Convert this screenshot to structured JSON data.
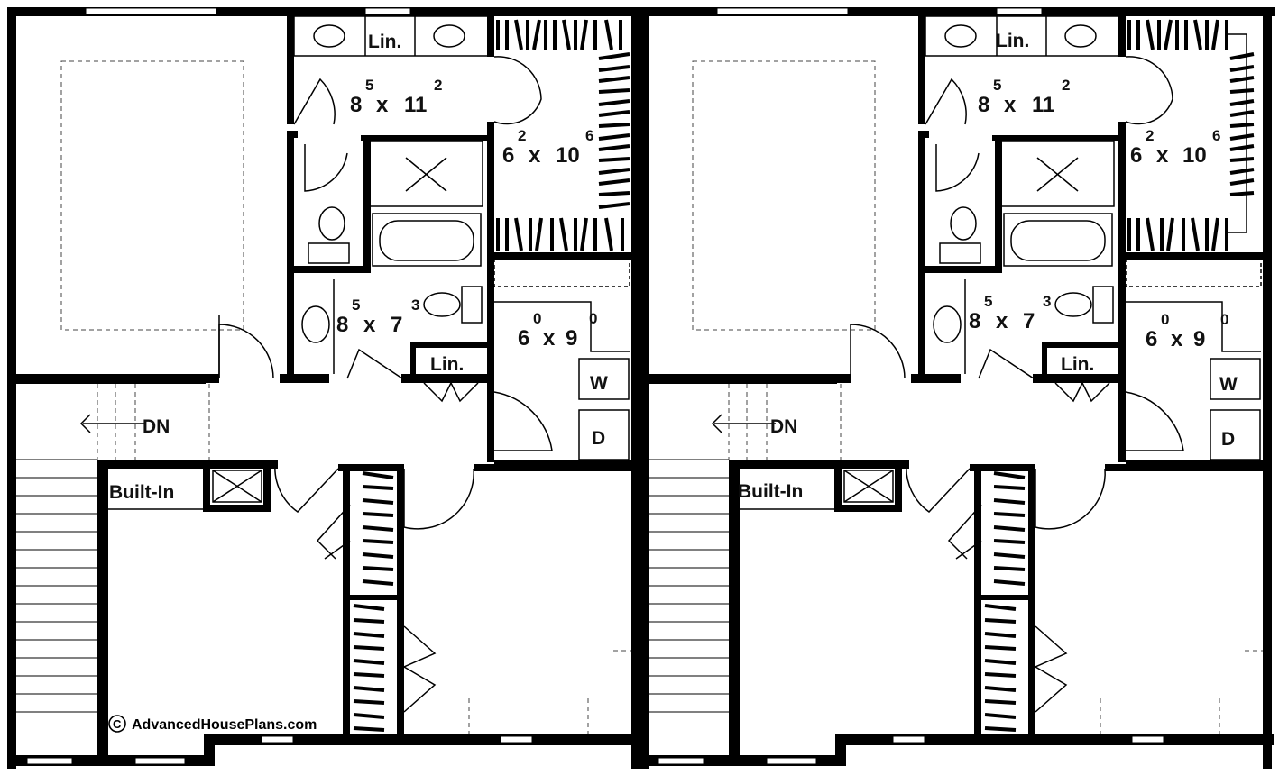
{
  "colors": {
    "wall": "#000000",
    "background": "#ffffff"
  },
  "units": [
    {
      "bath_main": {
        "main": "8",
        "a": "5",
        "x": "x",
        "b": "11",
        "c": "2"
      },
      "closet_walkin": {
        "main": "6",
        "a": "2",
        "x": "x",
        "b": "10",
        "c": "6"
      },
      "bath_hall": {
        "main": "8",
        "a": "5",
        "x": "x",
        "b": "7",
        "c": "3"
      },
      "laundry": {
        "main": "6",
        "a": "0",
        "x": "x",
        "b": "9",
        "c": "0"
      },
      "linen_top": "Lin.",
      "linen_hall": "Lin.",
      "washer": "W",
      "dryer": "D",
      "stair": "DN",
      "built_in": "Built-In"
    },
    {
      "bath_main": {
        "main": "8",
        "a": "5",
        "x": "x",
        "b": "11",
        "c": "2"
      },
      "closet_walkin": {
        "main": "6",
        "a": "2",
        "x": "x",
        "b": "10",
        "c": "6"
      },
      "bath_hall": {
        "main": "8",
        "a": "5",
        "x": "x",
        "b": "7",
        "c": "3"
      },
      "laundry": {
        "main": "6",
        "a": "0",
        "x": "x",
        "b": "9",
        "c": "0"
      },
      "linen_top": "Lin.",
      "linen_hall": "Lin.",
      "washer": "W",
      "dryer": "D",
      "stair": "DN",
      "built_in": "Built-In"
    }
  ],
  "copyright": {
    "symbol": "C",
    "text": "AdvancedHousePlans.com"
  }
}
